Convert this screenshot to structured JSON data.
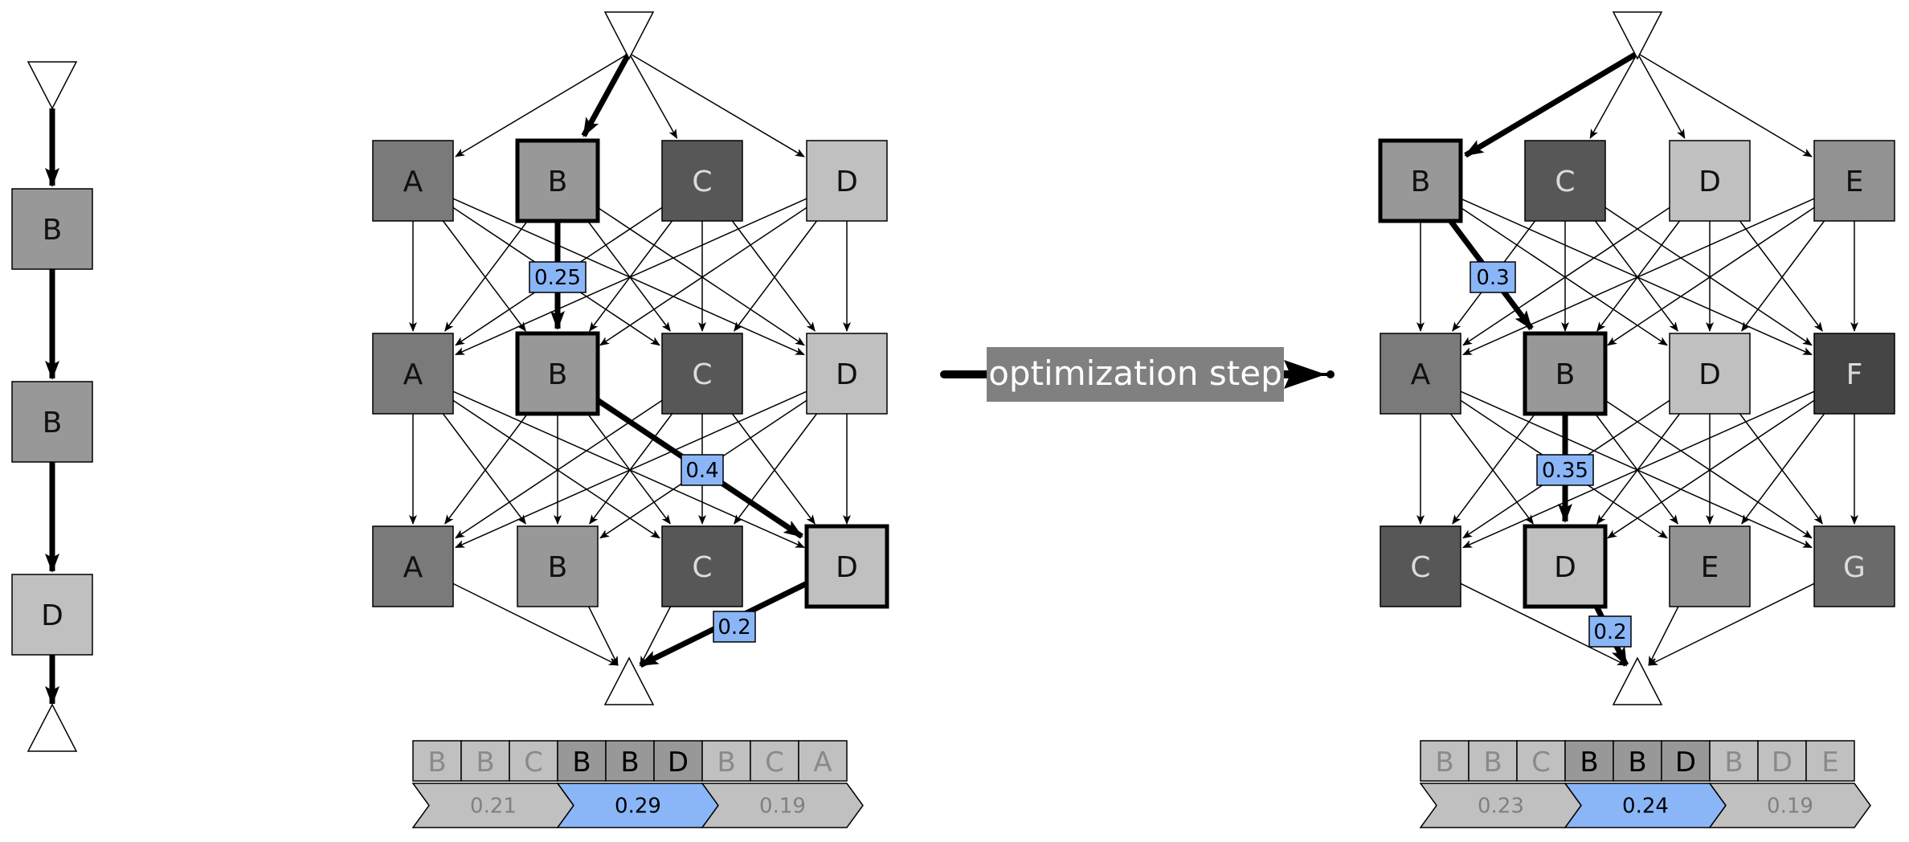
{
  "colors": {
    "A": "#7a7a7a",
    "B": "#989898",
    "C": "#575757",
    "D": "#c0c0c0",
    "E": "#929292",
    "F": "#454545",
    "G": "#6a6a6a",
    "highlight": "#8ab6f8",
    "light_text": "#dcdcdc",
    "dark_text": "#111111"
  },
  "left_path": {
    "nodes": [
      "B",
      "B",
      "D"
    ]
  },
  "before": {
    "layers": [
      [
        "A",
        "B",
        "C",
        "D"
      ],
      [
        "A",
        "B",
        "C",
        "D"
      ],
      [
        "A",
        "B",
        "C",
        "D"
      ]
    ],
    "selected": [
      1,
      1,
      3
    ],
    "edge_labels": [
      "0.25",
      "0.4",
      "0.2"
    ],
    "sequence": [
      "B",
      "B",
      "C",
      "B",
      "B",
      "D",
      "B",
      "C",
      "A"
    ],
    "scores": [
      "0.21",
      "0.29",
      "0.19"
    ]
  },
  "step_label": "optimization step",
  "after": {
    "layers": [
      [
        "B",
        "C",
        "D",
        "E"
      ],
      [
        "A",
        "B",
        "D",
        "F"
      ],
      [
        "C",
        "D",
        "E",
        "G"
      ]
    ],
    "selected": [
      0,
      1,
      1
    ],
    "edge_labels": [
      "0.3",
      "0.35",
      "0.2"
    ],
    "sequence": [
      "B",
      "B",
      "C",
      "B",
      "B",
      "D",
      "B",
      "D",
      "E"
    ],
    "scores": [
      "0.23",
      "0.24",
      "0.19"
    ]
  }
}
